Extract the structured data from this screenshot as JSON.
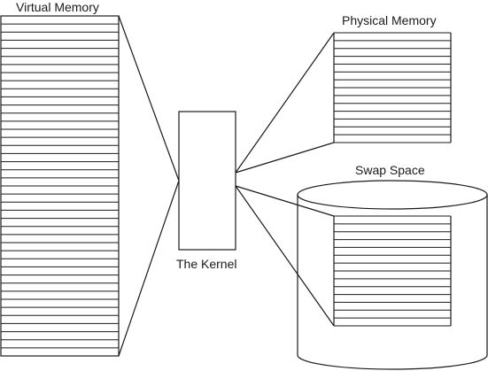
{
  "labels": {
    "virtual_memory": "Virtual Memory",
    "physical_memory": "Physical Memory",
    "swap_space": "Swap Space",
    "kernel": "The Kernel"
  },
  "blocks": {
    "virtual_memory_stripes": 42,
    "physical_memory_stripes": 14,
    "swap_space_stripes": 14
  }
}
